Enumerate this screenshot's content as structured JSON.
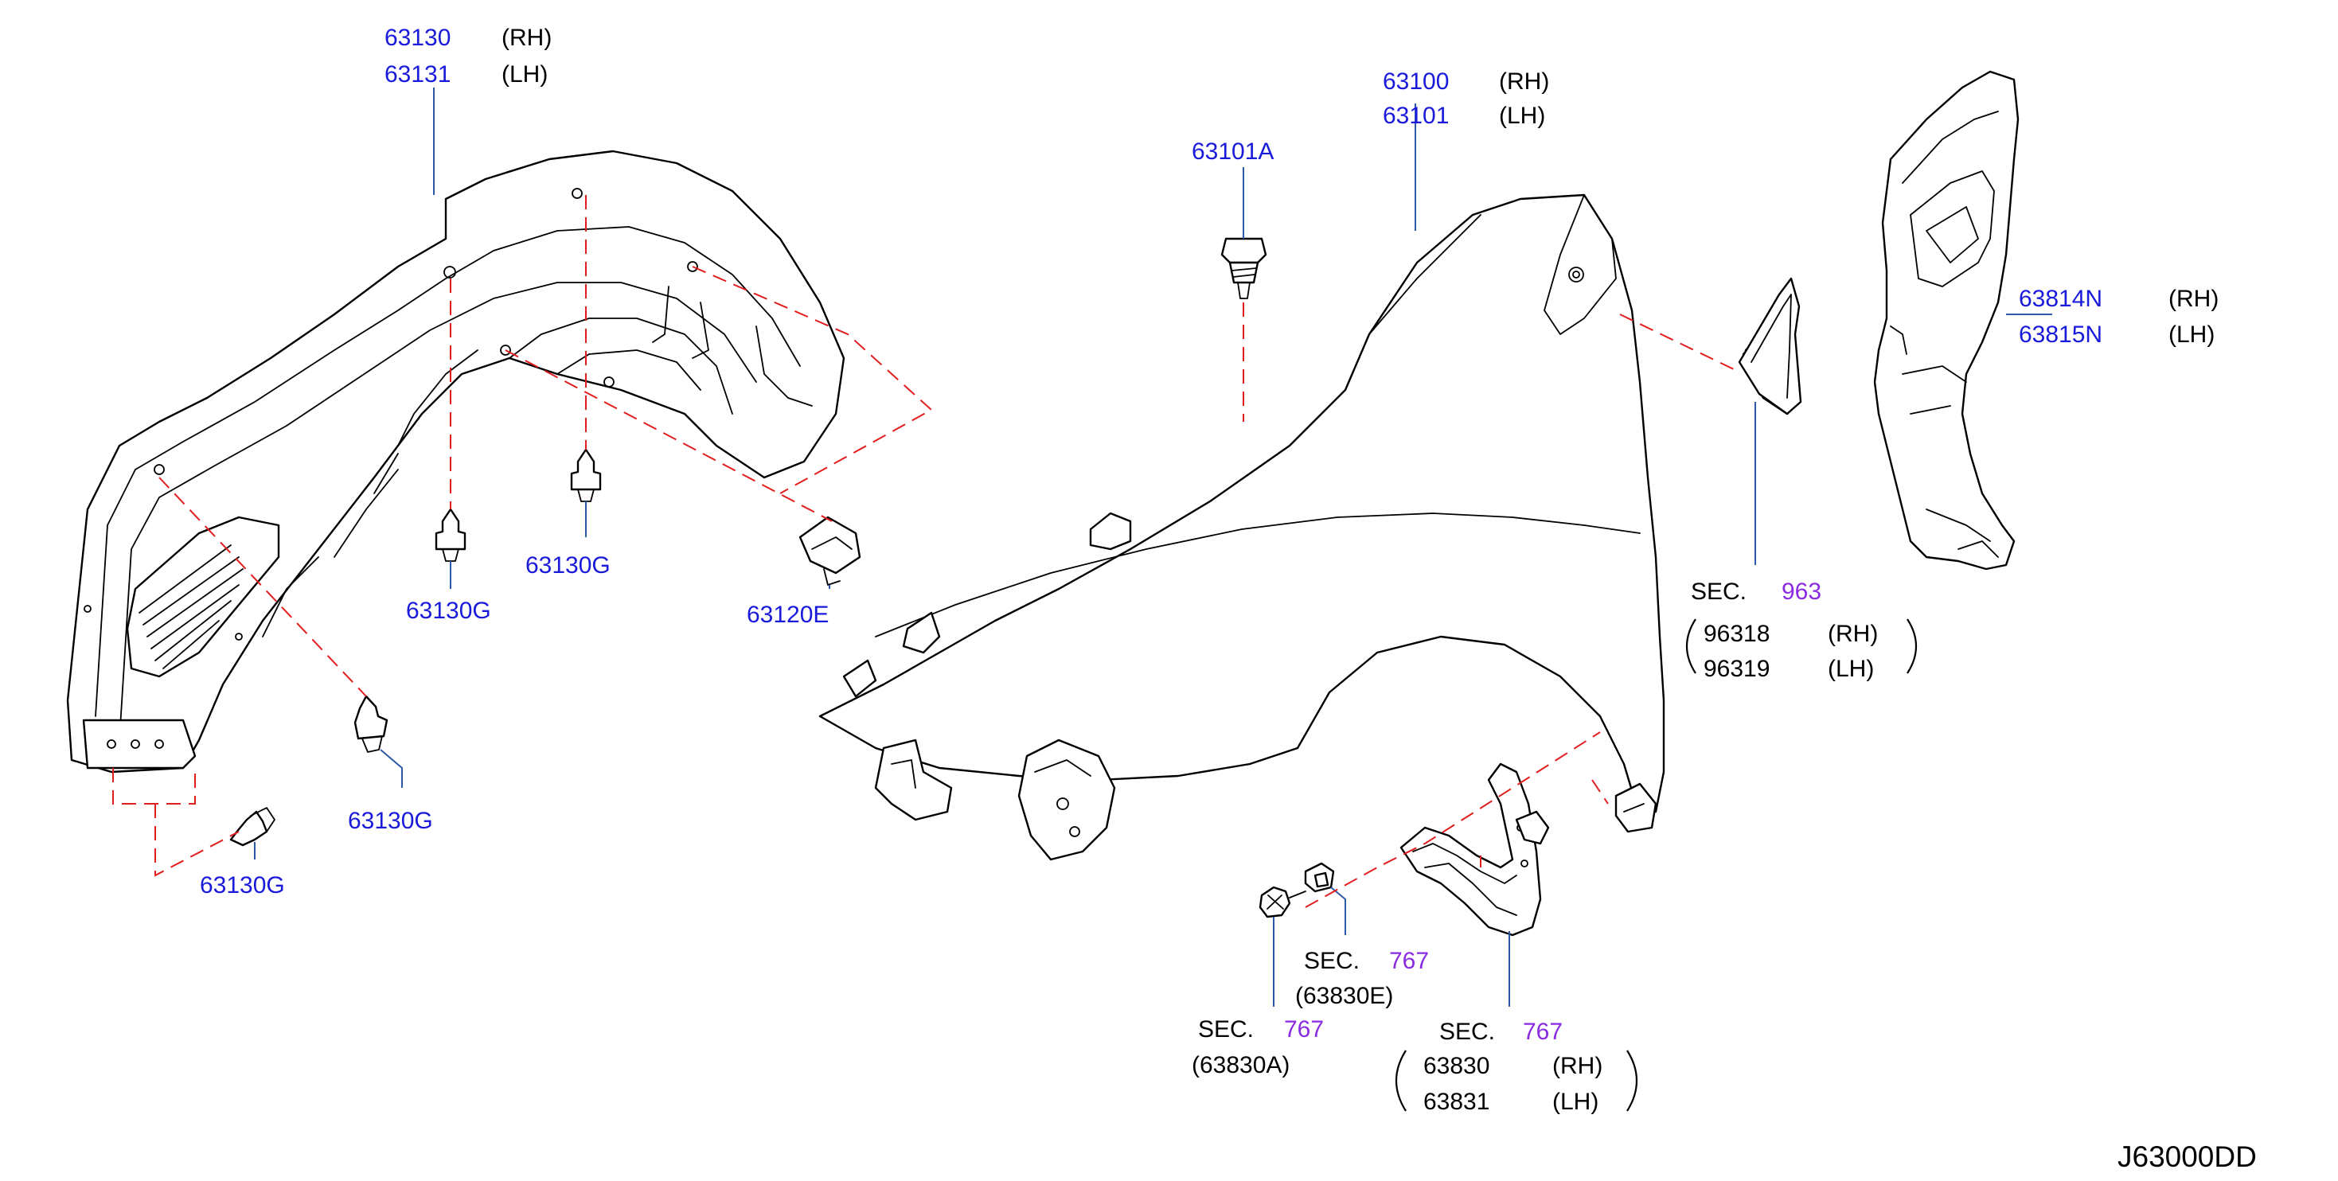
{
  "labels": {
    "inner_fender_main": {
      "rh_num": "63130",
      "rh_side": "(RH)",
      "lh_num": "63131",
      "lh_side": "(LH)"
    },
    "clip_a": "63130G",
    "clip_b": "63130G",
    "clip_c": "63130G",
    "clip_d": "63130G",
    "bracket": "63120E",
    "bolt": "63101A",
    "fender": {
      "rh_num": "63100",
      "rh_side": "(RH)",
      "lh_num": "63101",
      "lh_side": "(LH)"
    },
    "insulator": {
      "rh_num": "63814N",
      "rh_side": "(RH)",
      "lh_num": "63815N",
      "lh_side": "(LH)"
    },
    "sec_963": {
      "prefix": "SEC.",
      "code": "963",
      "rh_num": "96318",
      "rh_side": "(RH)",
      "lh_num": "96319",
      "lh_side": "(LH)"
    },
    "sec_767_e": {
      "prefix": "SEC.",
      "code": "767",
      "part": "(63830E)"
    },
    "sec_767_a": {
      "prefix": "SEC.",
      "code": "767",
      "part": "(63830A)"
    },
    "sec_767_mud": {
      "prefix": "SEC.",
      "code": "767",
      "rh_num": "63830",
      "rh_side": "(RH)",
      "lh_num": "63831",
      "lh_side": "(LH)"
    },
    "diagram_code": "J63000DD"
  },
  "colors": {
    "part_number": "#1a1adb",
    "section_ref": "#8a2be2",
    "leader": "#2d5aa8",
    "dashed_guide": "#e11d1d",
    "line_art": "#000000"
  }
}
